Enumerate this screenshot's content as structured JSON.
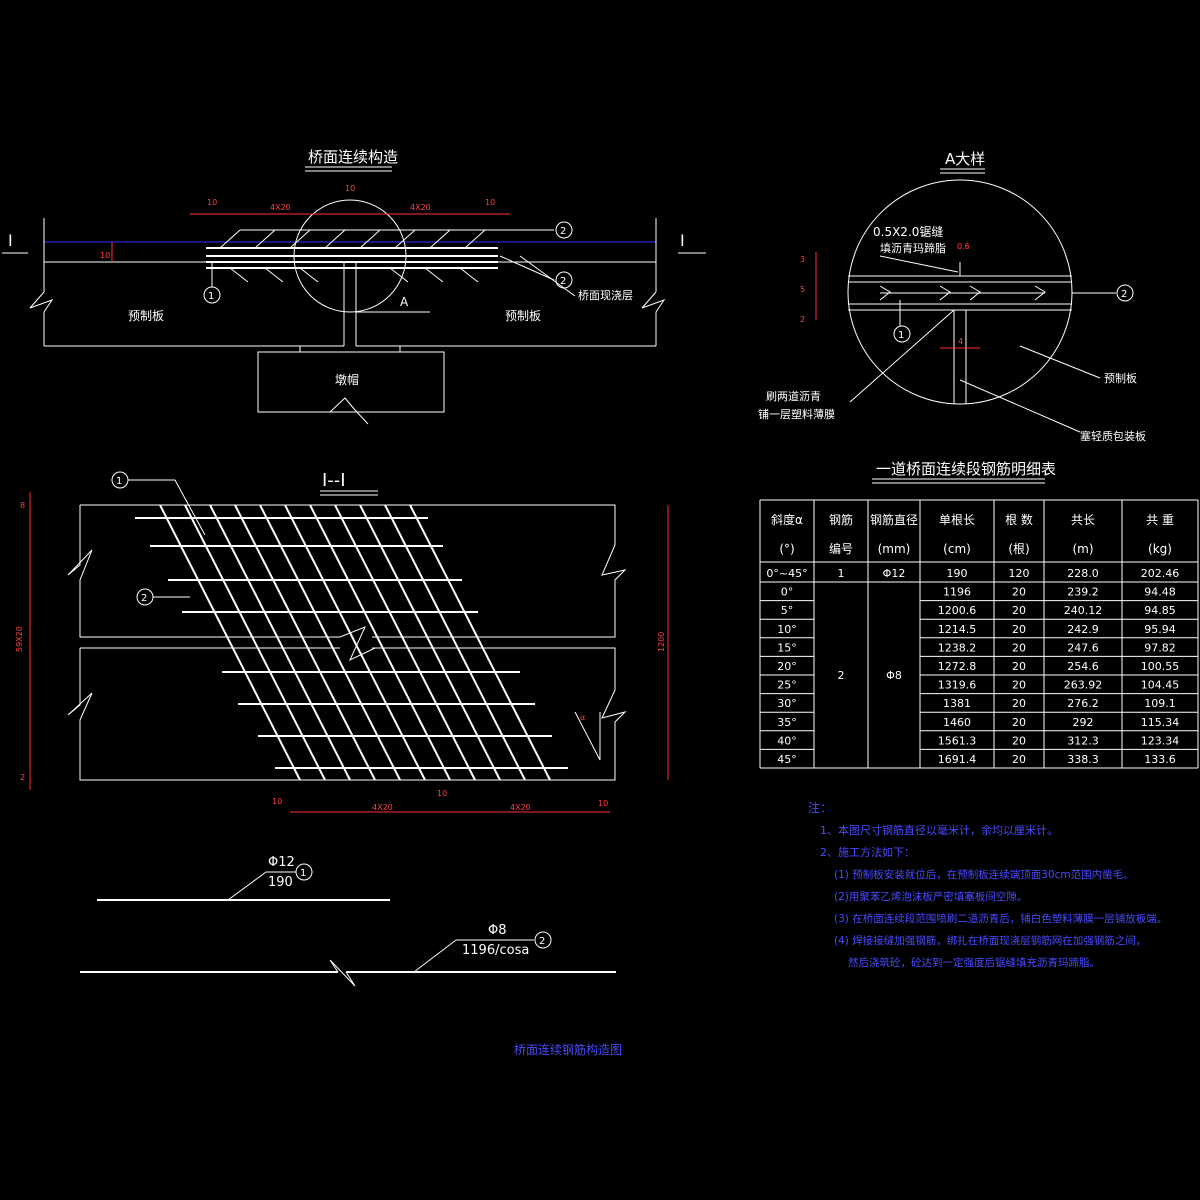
{
  "titles": {
    "main_section": "桥面连续构造",
    "detail": "A大样",
    "section_ii": "I--I",
    "table": "一道桥面连续段钢筋明细表",
    "drawing": "桥面连续钢筋构造图"
  },
  "labels": {
    "section_mark": "I",
    "detail_ref": "A",
    "prefab_left": "预制板",
    "prefab_right": "预制板",
    "cap_beam": "墩帽",
    "deck_cast": "桥面现浇层",
    "detail_groove": "0.5X2.0锯缝",
    "detail_fill": "填沥青玛蹄脂",
    "detail_prefab": "预制板",
    "detail_asphalt1": "刷两道沥青",
    "detail_asphalt2": "铺一层塑料薄膜",
    "detail_foam": "塞轻质包装板",
    "circle_1": "1",
    "circle_2": "2"
  },
  "dims": {
    "d10": "10",
    "d4x20": "4X20",
    "d59x20": "59X20",
    "d1200": "1200",
    "d8": "8",
    "d2": "2",
    "d3": "3",
    "d5": "5",
    "d4": "4",
    "d06": "0.6",
    "alpha": "α"
  },
  "rebar": {
    "r1_dia": "Φ12",
    "r1_len": "190",
    "r2_dia": "Φ8",
    "r2_len": "1196/cosa"
  },
  "table": {
    "headers": [
      [
        "斜度α",
        "(°)"
      ],
      [
        "钢筋",
        "编号"
      ],
      [
        "钢筋直径",
        "(mm)"
      ],
      [
        "单根长",
        "(cm)"
      ],
      [
        "根 数",
        "(根)"
      ],
      [
        "共长",
        "(m)"
      ],
      [
        "共 重",
        "(kg)"
      ]
    ],
    "row1": [
      "0°~45°",
      "1",
      "Φ12",
      "190",
      "120",
      "228.0",
      "202.46"
    ],
    "group_no": "2",
    "group_dia": "Φ8",
    "rows": [
      [
        "0°",
        "1196",
        "20",
        "239.2",
        "94.48"
      ],
      [
        "5°",
        "1200.6",
        "20",
        "240.12",
        "94.85"
      ],
      [
        "10°",
        "1214.5",
        "20",
        "242.9",
        "95.94"
      ],
      [
        "15°",
        "1238.2",
        "20",
        "247.6",
        "97.82"
      ],
      [
        "20°",
        "1272.8",
        "20",
        "254.6",
        "100.55"
      ],
      [
        "25°",
        "1319.6",
        "20",
        "263.92",
        "104.45"
      ],
      [
        "30°",
        "1381",
        "20",
        "276.2",
        "109.1"
      ],
      [
        "35°",
        "1460",
        "20",
        "292",
        "115.34"
      ],
      [
        "40°",
        "1561.3",
        "20",
        "312.3",
        "123.34"
      ],
      [
        "45°",
        "1691.4",
        "20",
        "338.3",
        "133.6"
      ]
    ]
  },
  "notes": {
    "head": "注：",
    "n1": "1、本图尺寸钢筋直径以毫米计，余均以厘米计。",
    "n2": "2、施工方法如下：",
    "s1": "(1) 预制板安装就位后，在预制板连续端顶面30cm范围内凿毛。",
    "s2": "(2)用聚苯乙烯泡沫板严密填塞板间空隙。",
    "s3": "(3) 在桥面连续段范围喷刷二道沥青后，铺白色塑料薄膜一层铺放板端。",
    "s4": "(4) 焊接接缝加强钢筋，绑扎在桥面现浇层钢筋网在加强钢筋之间，",
    "s5": "然后浇筑砼，砼达到一定强度后锯缝填充沥青玛蹄脂。"
  },
  "colors": {
    "background": "#000000",
    "line": "#ffffff",
    "dimension": "#ff3030",
    "note": "#4a4aff",
    "deck_line": "#3030ff"
  }
}
